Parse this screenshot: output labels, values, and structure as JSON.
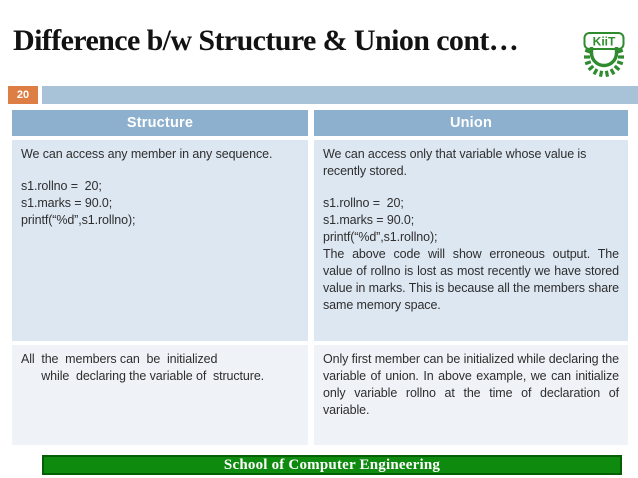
{
  "slide": {
    "title": "Difference b/w Structure & Union cont…",
    "page_number": "20",
    "footer_text": "School of Computer Engineering",
    "logo_text": "KiiT"
  },
  "table": {
    "headers": [
      "Structure",
      "Union"
    ],
    "rows": [
      {
        "structure": {
          "para": "We can access any member in any sequence.",
          "code": "s1.rollno =  20;\ns1.marks = 90.0;\nprintf(“%d”,s1.rollno);"
        },
        "union": {
          "para": "We can access only that variable whose value is recently stored.",
          "code": "s1.rollno =  20;\ns1.marks = 90.0;\nprintf(“%d”,s1.rollno);",
          "para2": "The above code will show erroneous output. The value of rollno is lost as most recently we have stored value in marks. This  is because all the members share same memory space."
        }
      },
      {
        "structure": "All  the  members can  be  initialized\n      while  declaring the variable of  structure.",
        "union": "Only first member can be initialized while declaring the variable of union. In above example, we can initialize only variable rollno at the time of declaration of  variable."
      }
    ]
  },
  "colors": {
    "accent_header": "#8cb0cd",
    "row_band_light": "#dde7f2",
    "row_band_lighter": "#eff3f8",
    "page_badge_orange": "#dd7f45",
    "strip_blue": "#a8c2d8",
    "footer_green": "#0e8a0e",
    "footer_border_green": "#056005",
    "logo_green": "#2e8b2e"
  }
}
